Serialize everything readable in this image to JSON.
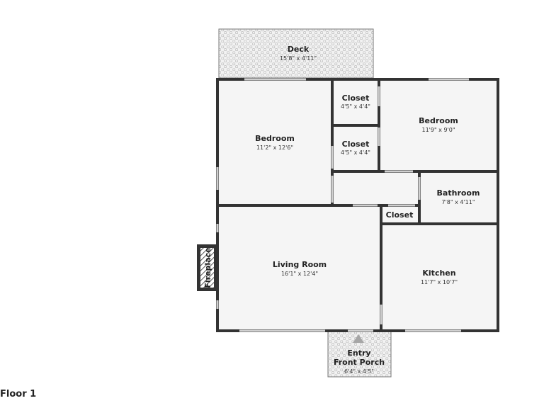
{
  "floor": {
    "label": "Floor 1"
  },
  "rooms": {
    "deck": {
      "name": "Deck",
      "dims": "15'8\" x 4'11\""
    },
    "bedroom1": {
      "name": "Bedroom",
      "dims": "11'2\" x 12'6\""
    },
    "closet1": {
      "name": "Closet",
      "dims": "4'5\" x 4'4\""
    },
    "closet2": {
      "name": "Closet",
      "dims": "4'5\" x 4'4\""
    },
    "bedroom2": {
      "name": "Bedroom",
      "dims": "11'9\" x 9'0\""
    },
    "bathroom": {
      "name": "Bathroom",
      "dims": "7'8\" x 4'11\""
    },
    "closet3": {
      "name": "Closet"
    },
    "living": {
      "name": "Living Room",
      "dims": "16'1\" x 12'4\""
    },
    "kitchen": {
      "name": "Kitchen",
      "dims": "11'7\" x 10'7\""
    },
    "porch": {
      "name1": "Entry",
      "name2": "Front Porch",
      "dims": "6'4\" x 4'5\""
    },
    "fireplace": {
      "name": "Fireplace"
    }
  },
  "colors": {
    "wall": "#333333",
    "floor": "#f5f5f5",
    "window": "#cfcfcf",
    "paving": "#bdbdbd"
  }
}
